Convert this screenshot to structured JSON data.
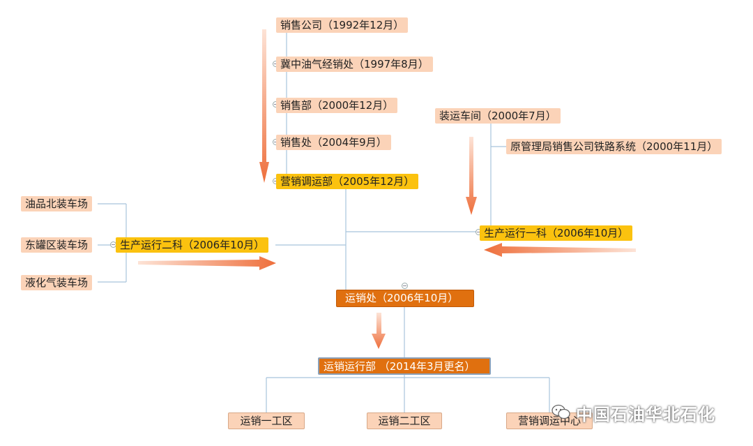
{
  "nodes": {
    "sales_company": "销售公司（1992年12月）",
    "jizhong": "冀中油气经销处（1997年8月）",
    "sales_dept": "销售部（2000年12月）",
    "sales_office": "销售处（2004年9月）",
    "marketing_dispatch": "营销调运部（2005年12月）",
    "loading_workshop": "装运车间（2000年7月）",
    "railway_system": "原管理局销售公司铁路系统（2000年11月）",
    "prod_ops_1": "生产运行一科（2006年10月）",
    "oil_north": "油品北装车场",
    "tank_east": "东罐区装车场",
    "lpg": "液化气装车场",
    "prod_ops_2": "生产运行二科（2006年10月）",
    "transport_sales": "运销处（2006年10月）",
    "transport_ops": "运销运行部 （2014年3月更名）",
    "area_1": "运销一工区",
    "area_2": "运销二工区",
    "dispatch_center": "营销调运中心"
  },
  "watermark": "中国石油华北石化",
  "colors": {
    "peach": "#fbd3b8",
    "gold": "#fbc20f",
    "orange": "#e0700f",
    "arrow": "#ee7a45",
    "line": "#a8c4dc"
  }
}
